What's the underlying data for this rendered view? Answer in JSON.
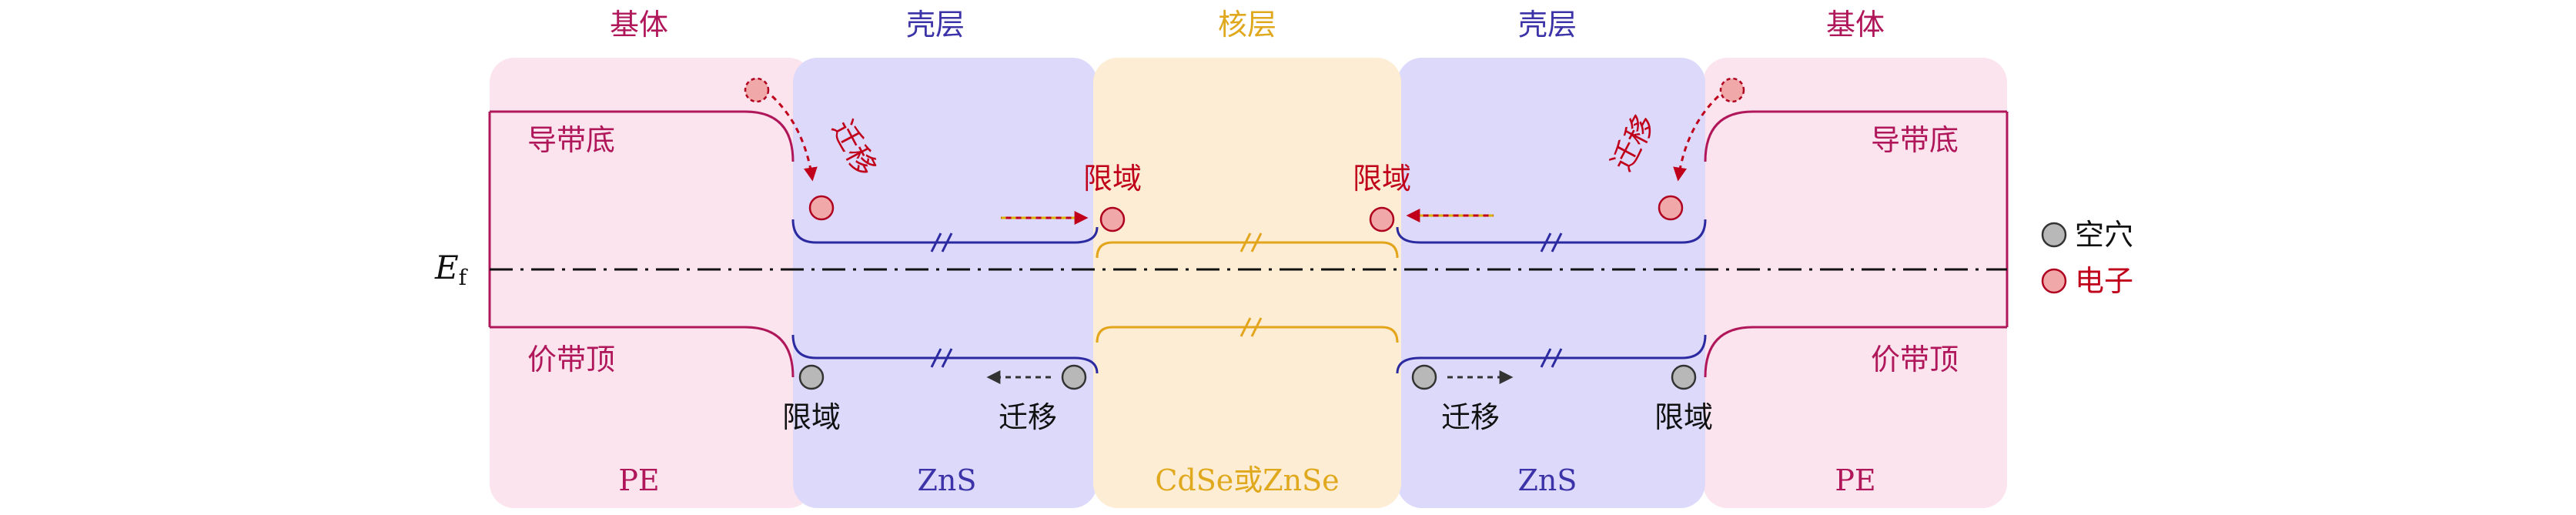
{
  "regions": {
    "left_pe": {
      "header": "基体",
      "material": "PE"
    },
    "left_zns": {
      "header": "壳层",
      "material": "ZnS"
    },
    "core": {
      "header": "核层",
      "material": "CdSe或ZnSe"
    },
    "right_zns": {
      "header": "壳层",
      "material": "ZnS"
    },
    "right_pe": {
      "header": "基体",
      "material": "PE"
    }
  },
  "labels": {
    "conduction_band_left": "导带底",
    "conduction_band_right": "导带底",
    "valence_band_left": "价带顶",
    "valence_band_right": "价带顶",
    "fermi_level_main": "E",
    "fermi_level_sub": "f",
    "migration_electron_left": "迁移",
    "migration_electron_right": "迁移",
    "confine_electron_left": "限域",
    "confine_electron_right": "限域",
    "confine_hole_left": "限域",
    "confine_hole_right": "限域",
    "migration_hole_left": "迁移",
    "migration_hole_right": "迁移"
  },
  "legend": {
    "hole": "空穴",
    "electron": "电子"
  },
  "colors": {
    "pe_fill": "#fce4ee",
    "zns_fill": "#dcd9fb",
    "core_fill": "#fdedd4",
    "pe_text": "#b0175a",
    "zns_text": "#3d33a8",
    "core_text": "#e0a81c",
    "pe_band": "#b0175a",
    "zns_band": "#2c2aa0",
    "core_band": "#e3a51c",
    "electron_fill": "#f0a8a8",
    "electron_stroke": "#b00020",
    "hole_fill": "#b8b8b8",
    "hole_stroke": "#333333",
    "arrow_red": "#c0001a",
    "arrow_yellow": "#d9b400"
  }
}
